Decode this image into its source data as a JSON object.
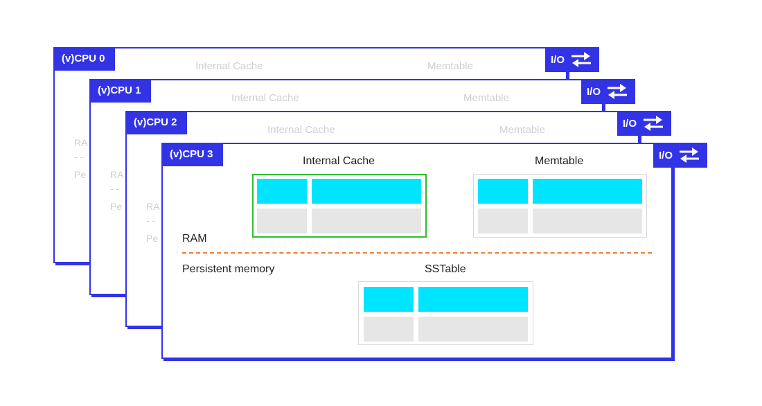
{
  "cpus": [
    {
      "label": "(v)CPU 0",
      "io": "I/O",
      "cache_title": "Internal Cache",
      "memtable_title": "Memtable",
      "ram_partial": "RA",
      "persistent_partial": "Pe"
    },
    {
      "label": "(v)CPU 1",
      "io": "I/O",
      "cache_title": "Internal Cache",
      "memtable_title": "Memtable",
      "ram_partial": "RA",
      "persistent_partial": "Pe"
    },
    {
      "label": "(v)CPU 2",
      "io": "I/O",
      "cache_title": "Internal Cache",
      "memtable_title": "Memtable",
      "ram_partial": "RA",
      "persistent_partial": "Pe"
    },
    {
      "label": "(v)CPU 3",
      "io": "I/O",
      "cache_title": "Internal Cache",
      "memtable_title": "Memtable",
      "ram_label": "RAM",
      "persistent_label": "Persistent memory",
      "sstable_title": "SSTable"
    }
  ],
  "colors": {
    "panel_blue": "#3333e6",
    "cyan": "#00e5ff",
    "cache_highlight": "#2ebd2e",
    "separator": "#f07a3a",
    "cell_gray": "#e6e6e6"
  },
  "icons": {
    "io": "swap-arrows-icon"
  }
}
